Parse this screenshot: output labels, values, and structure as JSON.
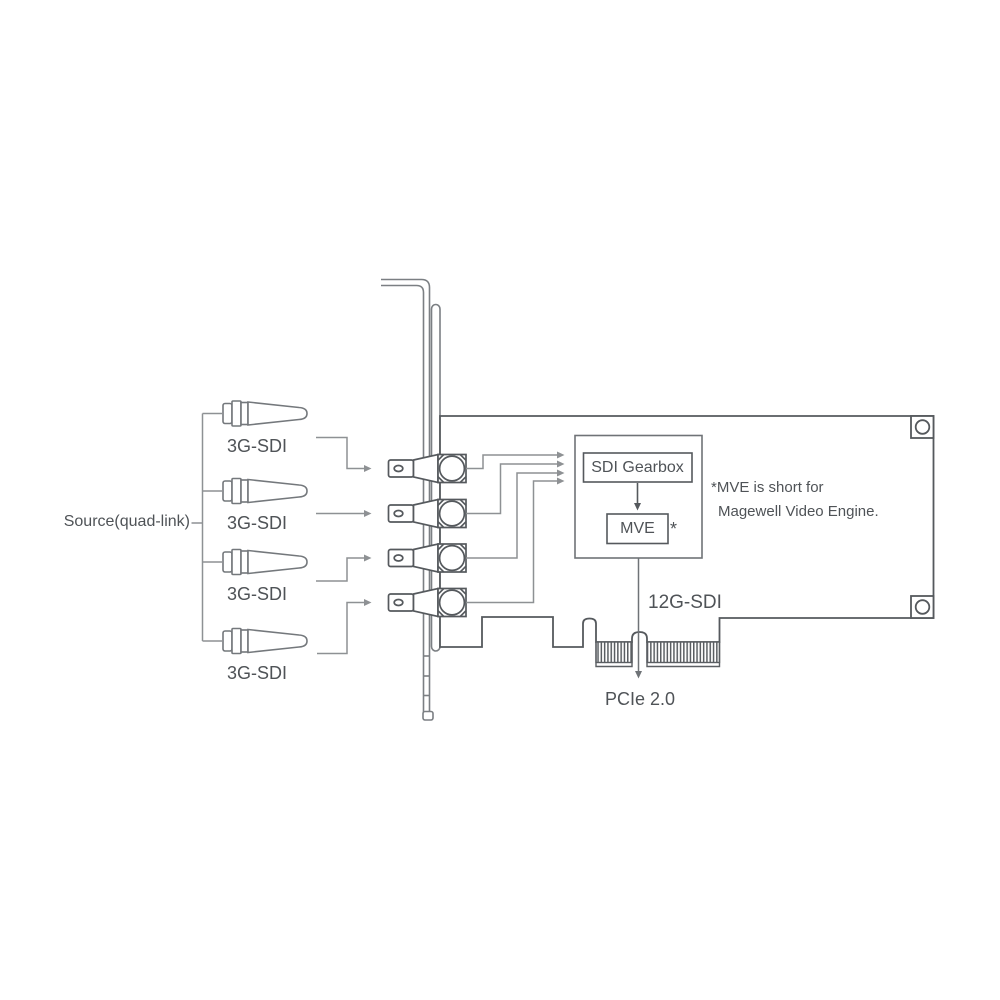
{
  "diagram": {
    "source": {
      "label": "Source(quad-link)"
    },
    "inputs": [
      {
        "label": "3G-SDI"
      },
      {
        "label": "3G-SDI"
      },
      {
        "label": "3G-SDI"
      },
      {
        "label": "3G-SDI"
      }
    ],
    "card": {
      "gearbox_label": "SDI Gearbox",
      "mve_label": "MVE",
      "mve_marker": "*",
      "output_label": "12G-SDI",
      "bus_label": "PCIe 2.0"
    },
    "note": {
      "line1": "*MVE is short for",
      "line2": "Magewell Video Engine."
    },
    "colors": {
      "line_dark": "#55595d",
      "line_mid": "#7b7f83",
      "line_light": "#8e9194",
      "text": "#4f5357",
      "background": "#ffffff"
    }
  }
}
